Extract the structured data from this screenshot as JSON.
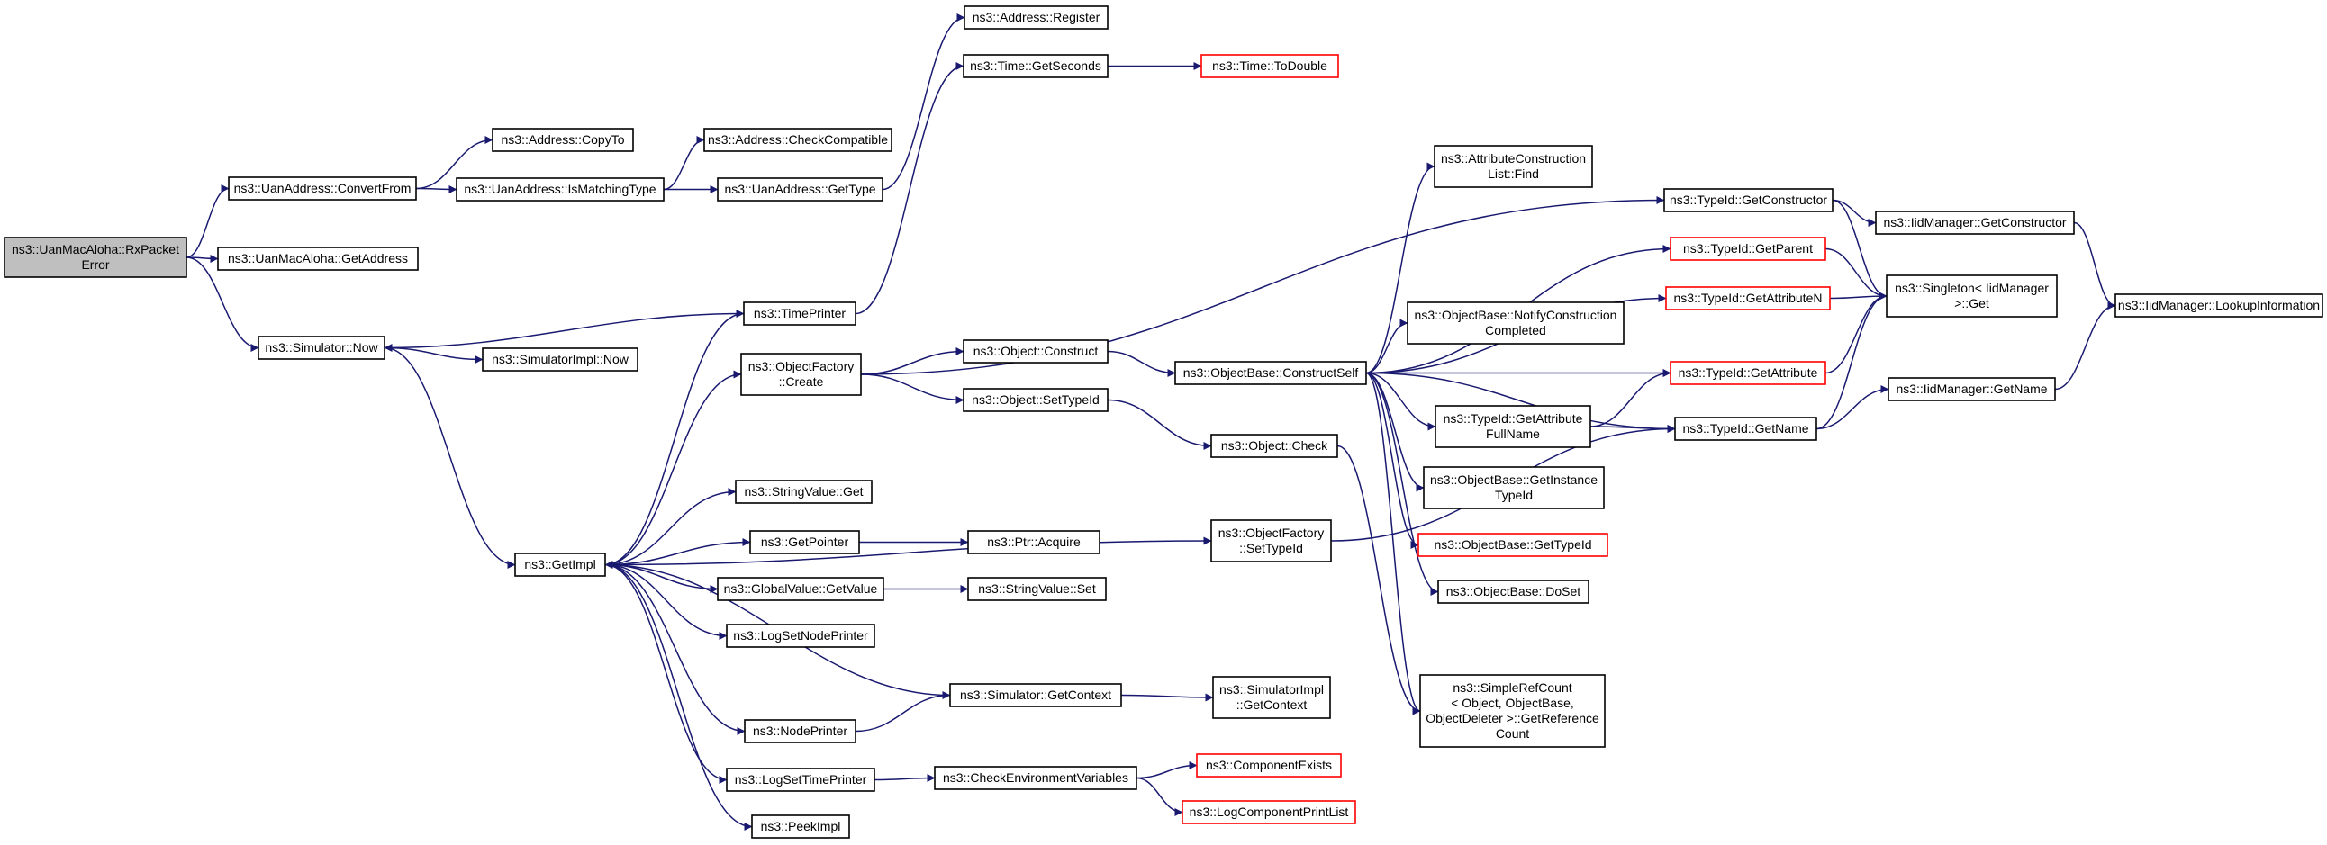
{
  "graph": {
    "title": "",
    "nodes": [
      {
        "id": "rx",
        "lines": [
          "ns3::UanMacAloha::RxPacket",
          "Error"
        ],
        "style": "root"
      },
      {
        "id": "convertfrom",
        "lines": [
          "ns3::UanAddress::ConvertFrom"
        ],
        "style": "normal"
      },
      {
        "id": "getaddress",
        "lines": [
          "ns3::UanMacAloha::GetAddress"
        ],
        "style": "normal"
      },
      {
        "id": "simnow",
        "lines": [
          "ns3::Simulator::Now"
        ],
        "style": "normal"
      },
      {
        "id": "copyto",
        "lines": [
          "ns3::Address::CopyTo"
        ],
        "style": "normal"
      },
      {
        "id": "ismatching",
        "lines": [
          "ns3::UanAddress::IsMatchingType"
        ],
        "style": "normal"
      },
      {
        "id": "simimplnow",
        "lines": [
          "ns3::SimulatorImpl::Now"
        ],
        "style": "normal"
      },
      {
        "id": "getimpl",
        "lines": [
          "ns3::GetImpl"
        ],
        "style": "normal"
      },
      {
        "id": "checkcompat",
        "lines": [
          "ns3::Address::CheckCompatible"
        ],
        "style": "normal"
      },
      {
        "id": "uangettype",
        "lines": [
          "ns3::UanAddress::GetType"
        ],
        "style": "normal"
      },
      {
        "id": "timeprinter",
        "lines": [
          "ns3::TimePrinter"
        ],
        "style": "normal"
      },
      {
        "id": "objfactcreate",
        "lines": [
          "ns3::ObjectFactory",
          "::Create"
        ],
        "style": "normal"
      },
      {
        "id": "stringvalueget",
        "lines": [
          "ns3::StringValue::Get"
        ],
        "style": "normal"
      },
      {
        "id": "getpointer",
        "lines": [
          "ns3::GetPointer"
        ],
        "style": "normal"
      },
      {
        "id": "globalvalueget",
        "lines": [
          "ns3::GlobalValue::GetValue"
        ],
        "style": "normal"
      },
      {
        "id": "logsetnode",
        "lines": [
          "ns3::LogSetNodePrinter"
        ],
        "style": "normal"
      },
      {
        "id": "nodeprinter",
        "lines": [
          "ns3::NodePrinter"
        ],
        "style": "normal"
      },
      {
        "id": "logsettime",
        "lines": [
          "ns3::LogSetTimePrinter"
        ],
        "style": "normal"
      },
      {
        "id": "peekimpl",
        "lines": [
          "ns3::PeekImpl"
        ],
        "style": "normal"
      },
      {
        "id": "addrregister",
        "lines": [
          "ns3::Address::Register"
        ],
        "style": "normal"
      },
      {
        "id": "getseconds",
        "lines": [
          "ns3::Time::GetSeconds"
        ],
        "style": "normal"
      },
      {
        "id": "objconstruct",
        "lines": [
          "ns3::Object::Construct"
        ],
        "style": "normal"
      },
      {
        "id": "objsettypeid",
        "lines": [
          "ns3::Object::SetTypeId"
        ],
        "style": "normal"
      },
      {
        "id": "ptracquire",
        "lines": [
          "ns3::Ptr::Acquire"
        ],
        "style": "normal"
      },
      {
        "id": "stringvalueset",
        "lines": [
          "ns3::StringValue::Set"
        ],
        "style": "normal"
      },
      {
        "id": "simgetcontext",
        "lines": [
          "ns3::Simulator::GetContext"
        ],
        "style": "normal"
      },
      {
        "id": "checkenv",
        "lines": [
          "ns3::CheckEnvironmentVariables"
        ],
        "style": "normal"
      },
      {
        "id": "todouble",
        "lines": [
          "ns3::Time::ToDouble"
        ],
        "style": "red"
      },
      {
        "id": "constructself",
        "lines": [
          "ns3::ObjectBase::ConstructSelf"
        ],
        "style": "normal"
      },
      {
        "id": "objcheck",
        "lines": [
          "ns3::Object::Check"
        ],
        "style": "normal"
      },
      {
        "id": "objfactsettypeid",
        "lines": [
          "ns3::ObjectFactory",
          "::SetTypeId"
        ],
        "style": "normal"
      },
      {
        "id": "simimplgetcontext",
        "lines": [
          "ns3::SimulatorImpl",
          "::GetContext"
        ],
        "style": "normal"
      },
      {
        "id": "compexists",
        "lines": [
          "ns3::ComponentExists"
        ],
        "style": "red"
      },
      {
        "id": "logcompprint",
        "lines": [
          "ns3::LogComponentPrintList"
        ],
        "style": "red"
      },
      {
        "id": "attrconstlist",
        "lines": [
          "ns3::AttributeConstruction",
          "List::Find"
        ],
        "style": "normal"
      },
      {
        "id": "notifyconst",
        "lines": [
          "ns3::ObjectBase::NotifyConstruction",
          "Completed"
        ],
        "style": "normal"
      },
      {
        "id": "getattrfullname",
        "lines": [
          "ns3::TypeId::GetAttribute",
          "FullName"
        ],
        "style": "normal"
      },
      {
        "id": "getinstancetypeid",
        "lines": [
          "ns3::ObjectBase::GetInstance",
          "TypeId"
        ],
        "style": "normal"
      },
      {
        "id": "objbasegettypeid",
        "lines": [
          "ns3::ObjectBase::GetTypeId"
        ],
        "style": "red"
      },
      {
        "id": "doset",
        "lines": [
          "ns3::ObjectBase::DoSet"
        ],
        "style": "normal"
      },
      {
        "id": "simplerefcount",
        "lines": [
          "ns3::SimpleRefCount",
          "< Object, ObjectBase,",
          "ObjectDeleter >::GetReference",
          "Count"
        ],
        "style": "normal"
      },
      {
        "id": "typeidgetconstructor",
        "lines": [
          "ns3::TypeId::GetConstructor"
        ],
        "style": "normal"
      },
      {
        "id": "getparent",
        "lines": [
          "ns3::TypeId::GetParent"
        ],
        "style": "red"
      },
      {
        "id": "getattributen",
        "lines": [
          "ns3::TypeId::GetAttributeN"
        ],
        "style": "red"
      },
      {
        "id": "getattribute",
        "lines": [
          "ns3::TypeId::GetAttribute"
        ],
        "style": "red"
      },
      {
        "id": "typeidgetname",
        "lines": [
          "ns3::TypeId::GetName"
        ],
        "style": "normal"
      },
      {
        "id": "iidgetconstructor",
        "lines": [
          "ns3::IidManager::GetConstructor"
        ],
        "style": "normal"
      },
      {
        "id": "singletonget",
        "lines": [
          "ns3::Singleton< IidManager",
          ">::Get"
        ],
        "style": "normal"
      },
      {
        "id": "iidgetname",
        "lines": [
          "ns3::IidManager::GetName"
        ],
        "style": "normal"
      },
      {
        "id": "lookupinfo",
        "lines": [
          "ns3::IidManager::LookupInformation"
        ],
        "style": "normal"
      }
    ],
    "edges": [
      [
        "rx",
        "convertfrom"
      ],
      [
        "rx",
        "getaddress"
      ],
      [
        "rx",
        "simnow"
      ],
      [
        "convertfrom",
        "copyto"
      ],
      [
        "convertfrom",
        "ismatching"
      ],
      [
        "ismatching",
        "checkcompat"
      ],
      [
        "ismatching",
        "uangettype"
      ],
      [
        "uangettype",
        "addrregister"
      ],
      [
        "simnow",
        "simimplnow"
      ],
      [
        "simnow",
        "getimpl"
      ],
      [
        "timeprinter",
        "simnow"
      ],
      [
        "timeprinter",
        "getseconds"
      ],
      [
        "getseconds",
        "todouble"
      ],
      [
        "getimpl",
        "objfactcreate"
      ],
      [
        "getimpl",
        "stringvalueget"
      ],
      [
        "getimpl",
        "getpointer"
      ],
      [
        "getimpl",
        "globalvalueget"
      ],
      [
        "getimpl",
        "logsetnode"
      ],
      [
        "getimpl",
        "nodeprinter"
      ],
      [
        "getimpl",
        "logsettime"
      ],
      [
        "getimpl",
        "peekimpl"
      ],
      [
        "getimpl",
        "objfactsettypeid"
      ],
      [
        "getimpl",
        "timeprinter"
      ],
      [
        "simgetcontext",
        "getimpl"
      ],
      [
        "getpointer",
        "ptracquire"
      ],
      [
        "globalvalueget",
        "stringvalueset"
      ],
      [
        "nodeprinter",
        "simgetcontext"
      ],
      [
        "simgetcontext",
        "simimplgetcontext"
      ],
      [
        "logsettime",
        "checkenv"
      ],
      [
        "checkenv",
        "compexists"
      ],
      [
        "checkenv",
        "logcompprint"
      ],
      [
        "objfactcreate",
        "objconstruct"
      ],
      [
        "objfactcreate",
        "objsettypeid"
      ],
      [
        "objfactcreate",
        "typeidgetconstructor"
      ],
      [
        "objconstruct",
        "constructself"
      ],
      [
        "objsettypeid",
        "objcheck"
      ],
      [
        "objcheck",
        "simplerefcount"
      ],
      [
        "objfactsettypeid",
        "typeidgetname"
      ],
      [
        "constructself",
        "attrconstlist"
      ],
      [
        "constructself",
        "getparent"
      ],
      [
        "constructself",
        "getattributen"
      ],
      [
        "constructself",
        "notifyconst"
      ],
      [
        "constructself",
        "getattribute"
      ],
      [
        "constructself",
        "getattrfullname"
      ],
      [
        "constructself",
        "getinstancetypeid"
      ],
      [
        "constructself",
        "objbasegettypeid"
      ],
      [
        "constructself",
        "doset"
      ],
      [
        "constructself",
        "simplerefcount"
      ],
      [
        "constructself",
        "typeidgetname"
      ],
      [
        "getattrfullname",
        "getattribute"
      ],
      [
        "getattrfullname",
        "typeidgetname"
      ],
      [
        "typeidgetconstructor",
        "iidgetconstructor"
      ],
      [
        "typeidgetconstructor",
        "singletonget"
      ],
      [
        "getparent",
        "singletonget"
      ],
      [
        "getattributen",
        "singletonget"
      ],
      [
        "getattribute",
        "singletonget"
      ],
      [
        "typeidgetname",
        "singletonget"
      ],
      [
        "typeidgetname",
        "iidgetname"
      ],
      [
        "iidgetconstructor",
        "lookupinfo"
      ],
      [
        "iidgetname",
        "lookupinfo"
      ]
    ]
  },
  "colors": {
    "edge": "#191970",
    "root_fill": "#bfbfbf",
    "red_border": "#ff0000",
    "border": "#000000"
  }
}
